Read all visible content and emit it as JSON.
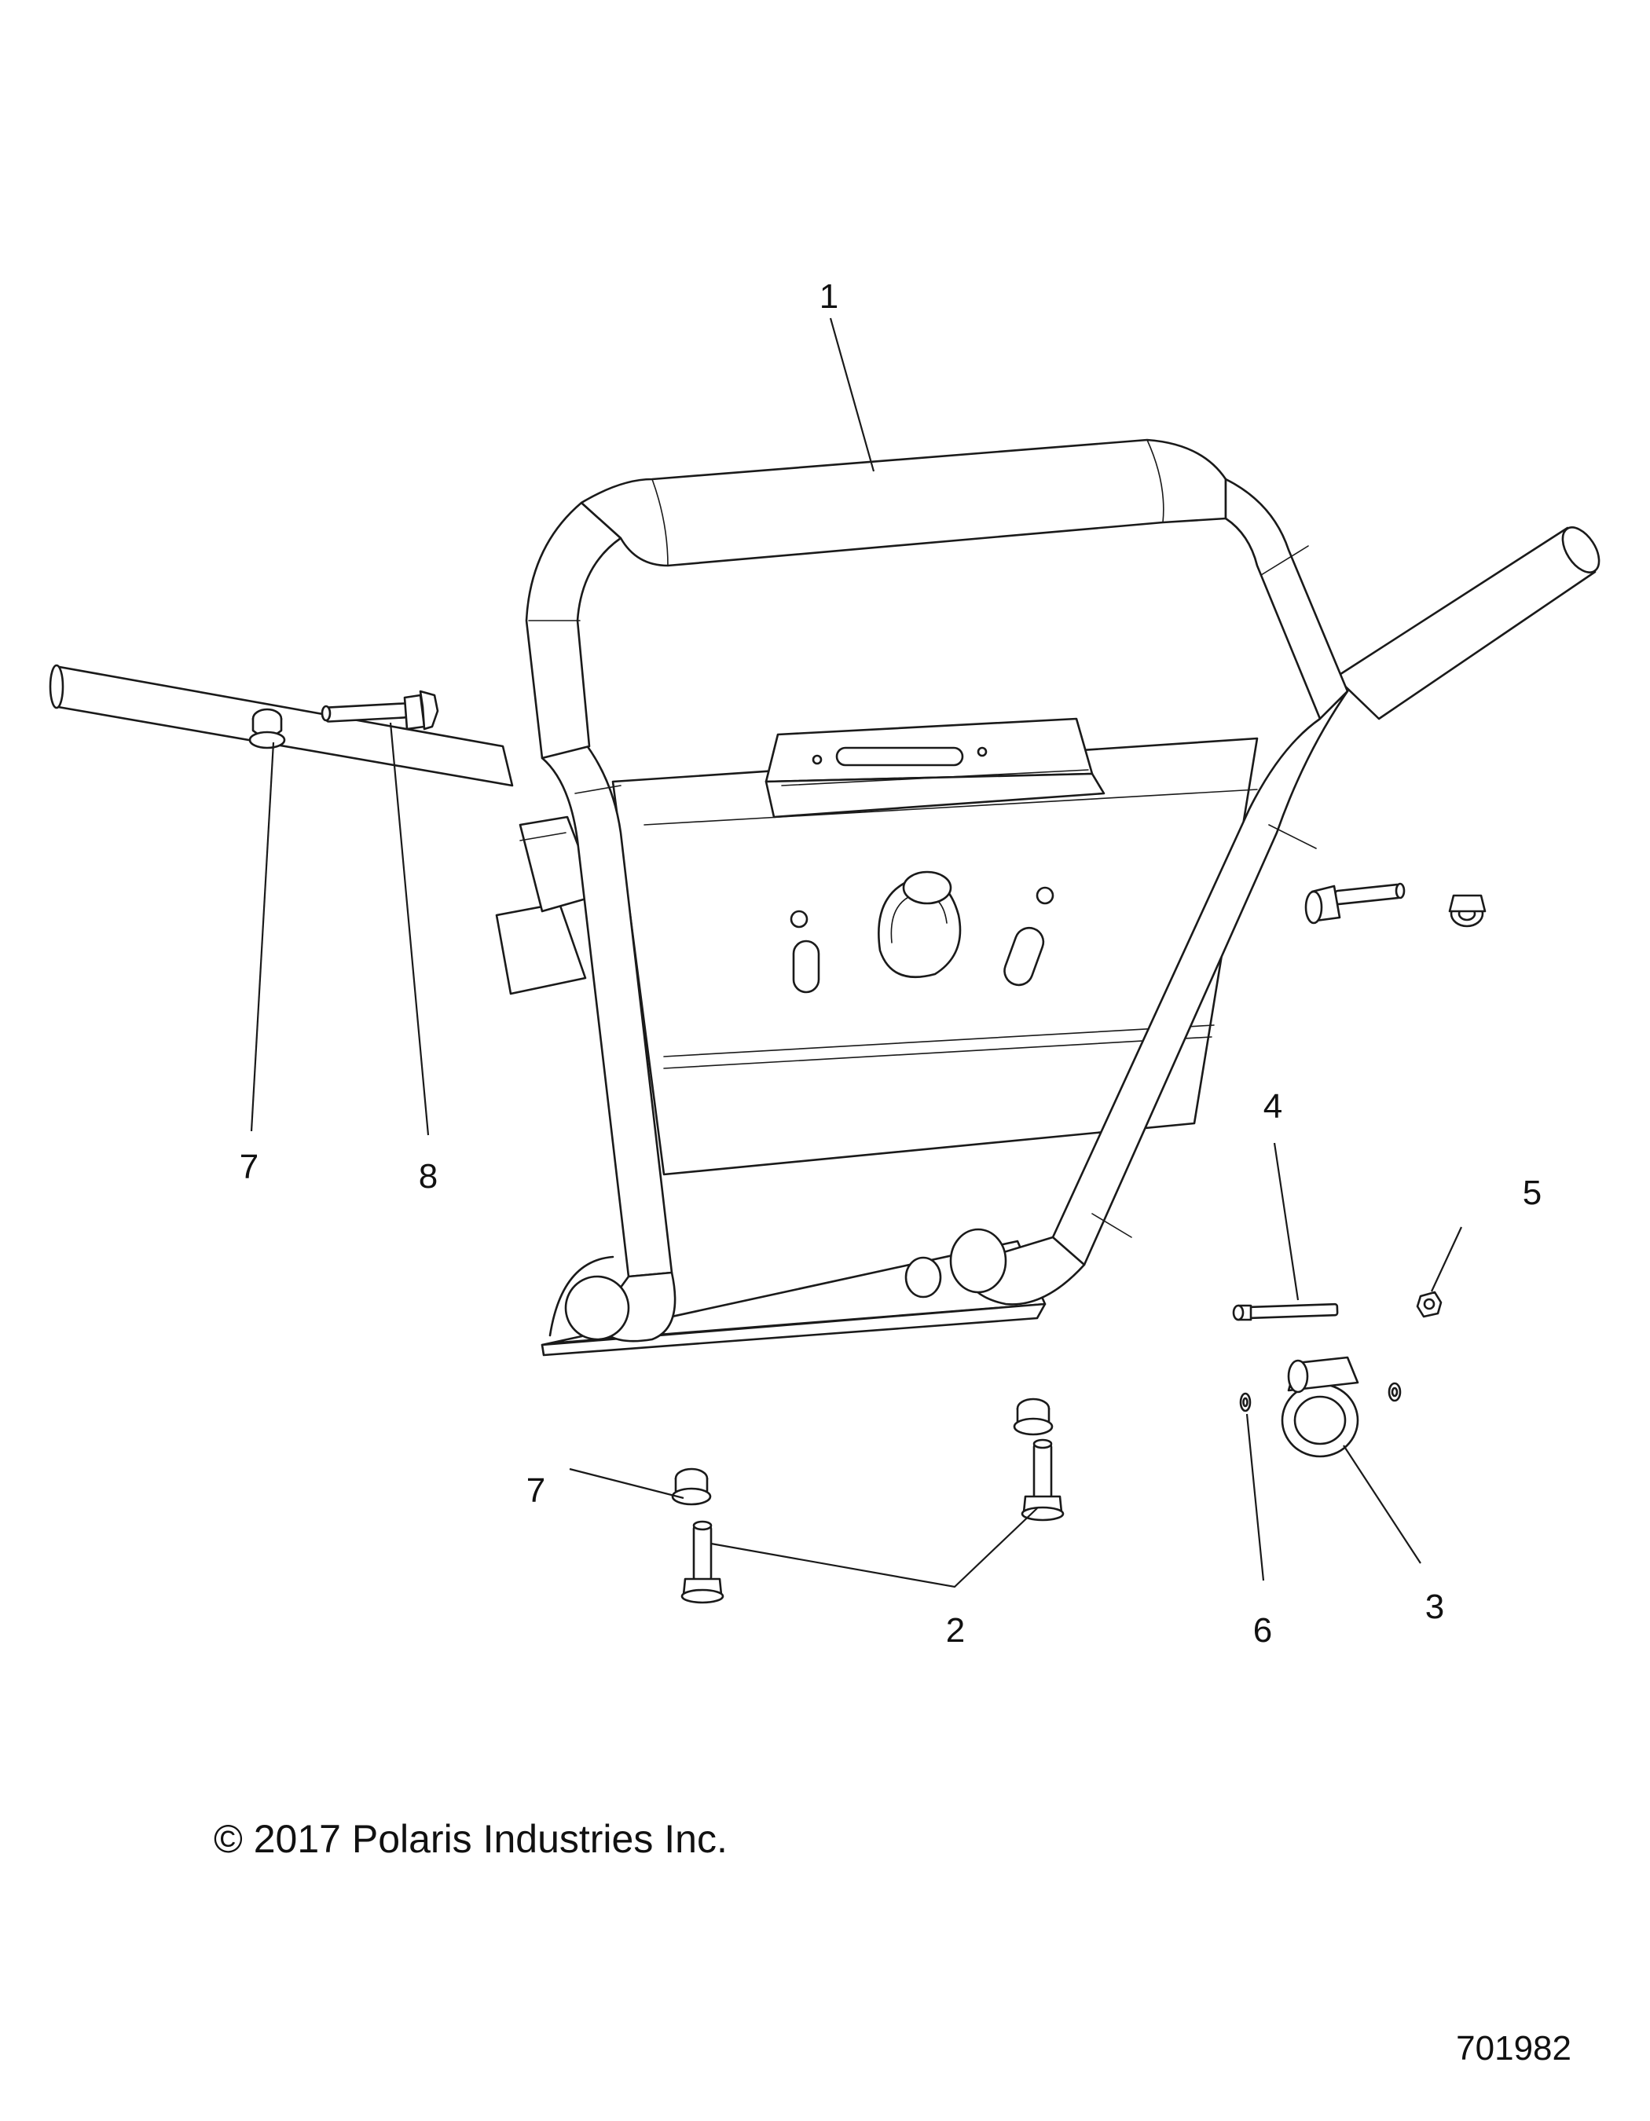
{
  "callouts": [
    {
      "id": "callout-1",
      "label": "1"
    },
    {
      "id": "callout-2",
      "label": "2"
    },
    {
      "id": "callout-3",
      "label": "3"
    },
    {
      "id": "callout-4",
      "label": "4"
    },
    {
      "id": "callout-5",
      "label": "5"
    },
    {
      "id": "callout-6",
      "label": "6"
    },
    {
      "id": "callout-7a",
      "label": "7"
    },
    {
      "id": "callout-7b",
      "label": "7"
    },
    {
      "id": "callout-8",
      "label": "8"
    }
  ],
  "copyright": "© 2017 Polaris Industries Inc.",
  "drawing_number": "701982"
}
